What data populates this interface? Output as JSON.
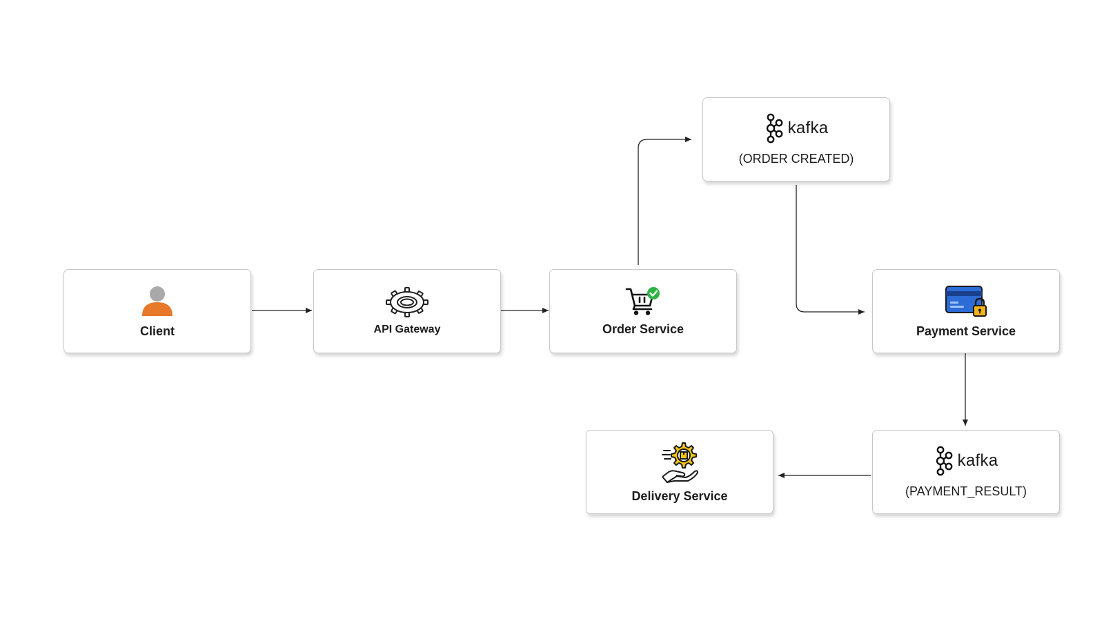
{
  "nodes": {
    "client": {
      "label": "Client",
      "icon": "user-icon",
      "colors": {
        "head": "#a9a9a9",
        "body": "#e8782a"
      }
    },
    "api_gateway": {
      "label": "API Gateway",
      "icon": "gear-icon"
    },
    "order_service": {
      "label": "Order Service",
      "icon": "cart-check-icon",
      "colors": {
        "check": "#2fb344"
      }
    },
    "kafka_order_created": {
      "brand": "kafka",
      "topic": "(ORDER CREATED)",
      "icon": "kafka-logo-icon"
    },
    "payment_service": {
      "label": "Payment Service",
      "icon": "credit-card-lock-icon",
      "colors": {
        "card": "#2d6bd6",
        "lock": "#f2b21b"
      }
    },
    "kafka_payment_result": {
      "brand": "kafka",
      "topic": "(PAYMENT_RESULT)",
      "icon": "kafka-logo-icon"
    },
    "delivery_service": {
      "label": "Delivery Service",
      "icon": "delivery-hand-icon",
      "colors": {
        "accent": "#f5c518"
      }
    }
  },
  "edges": [
    {
      "from": "client",
      "to": "api_gateway"
    },
    {
      "from": "api_gateway",
      "to": "order_service"
    },
    {
      "from": "order_service",
      "to": "kafka_order_created"
    },
    {
      "from": "kafka_order_created",
      "to": "payment_service"
    },
    {
      "from": "payment_service",
      "to": "kafka_payment_result"
    },
    {
      "from": "kafka_payment_result",
      "to": "delivery_service"
    }
  ],
  "theme": {
    "edge_color": "#222222",
    "border_color": "#c9c9c9"
  }
}
